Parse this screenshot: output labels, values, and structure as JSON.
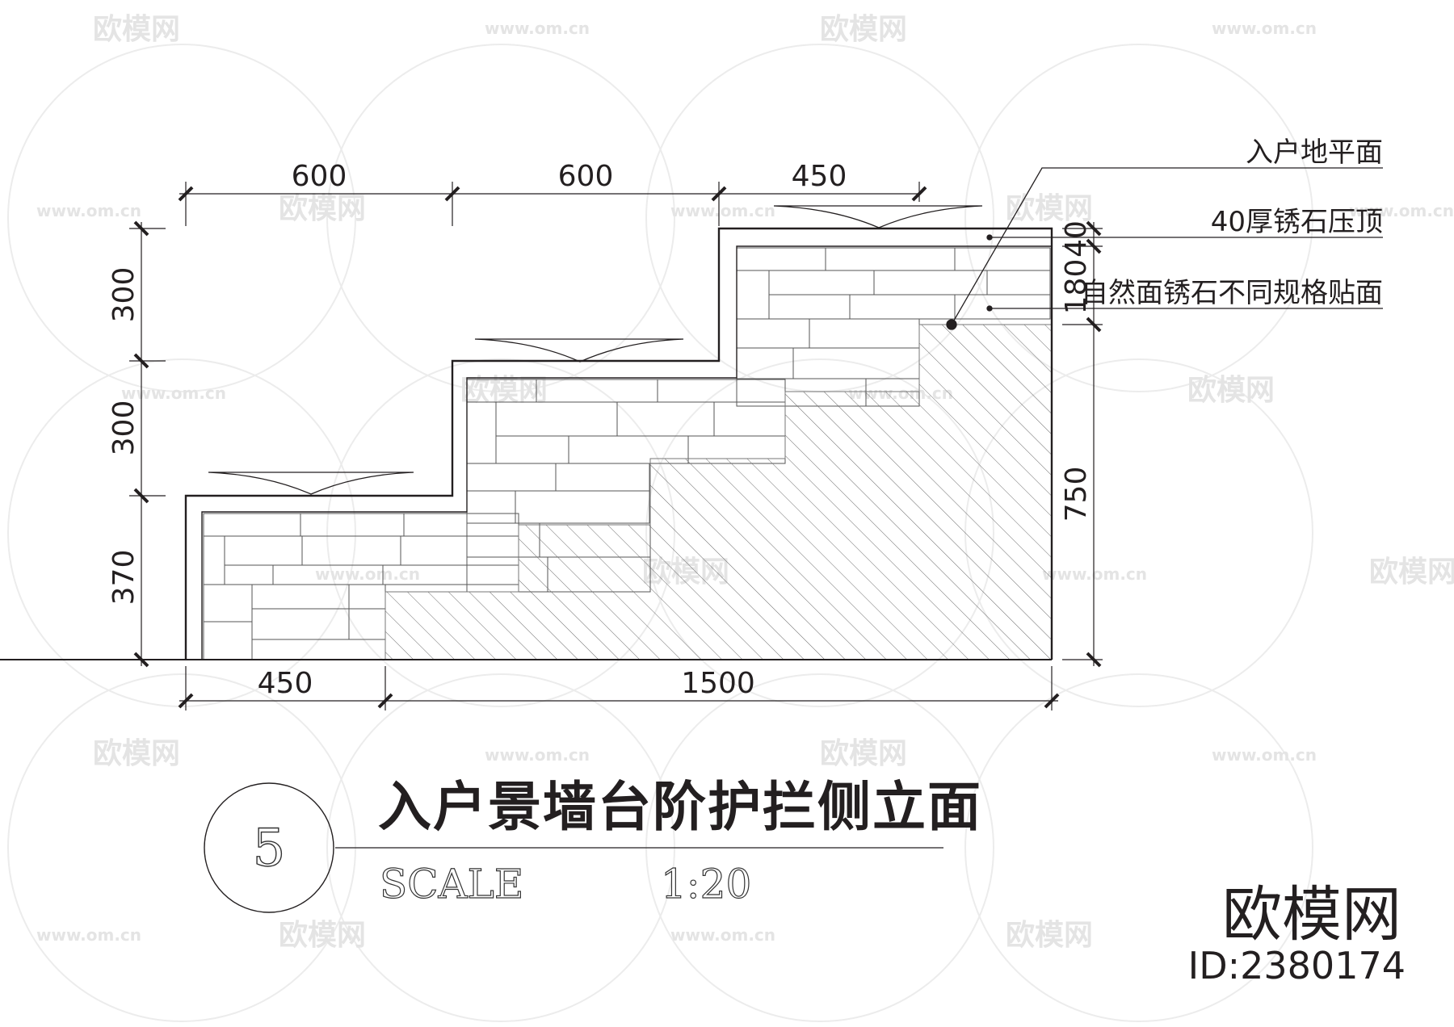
{
  "drawing": {
    "dimensions_top": [
      "600",
      "600",
      "450"
    ],
    "dimensions_left": [
      "300",
      "300",
      "370"
    ],
    "dimensions_bottom": [
      "450",
      "1500"
    ],
    "dimension_right_large": "750",
    "dimension_right_small": [
      "180",
      "40"
    ]
  },
  "callouts": {
    "entry_floor": "入户地平面",
    "coping": "40厚锈石压顶",
    "cladding": "自然面锈石不同规格贴面"
  },
  "title_block": {
    "number": "5",
    "title": "入户景墙台阶护拦侧立面",
    "scale_label": "SCALE",
    "scale_value": "1:20"
  },
  "branding": {
    "logo": "欧模网",
    "id": "ID:2380174",
    "watermark_text": "欧模网",
    "watermark_url": "www.om.cn"
  },
  "colors": {
    "line": "#231f20",
    "watermark": "#e4e4e4"
  }
}
